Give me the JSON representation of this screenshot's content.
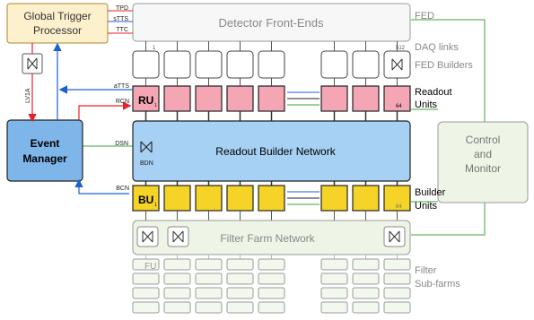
{
  "gtp": {
    "label_line1": "Global Trigger",
    "label_line2": "Processor"
  },
  "fe": {
    "title": "Detector Front-Ends"
  },
  "signals": {
    "tpd": "TPD",
    "stts": "sTTS",
    "ttc": "TTC",
    "atts": "aTTS",
    "rcn": "RCN",
    "dsn": "DSN",
    "bcn": "BCN",
    "lv1a": "LV1A"
  },
  "fed_index": {
    "first": "1",
    "last": "512"
  },
  "right_labels": {
    "fed": "FED",
    "daq_links": "DAQ links",
    "fed_builders": "FED Builders",
    "readout_1": "Readout",
    "readout_2": "Units",
    "builder_1": "Builder",
    "builder_2": "Units",
    "filter_1": "Filter",
    "filter_2": "Sub-farms"
  },
  "ru": {
    "label": "RU",
    "sub": "1",
    "last_index": "64"
  },
  "bu": {
    "label": "BU",
    "sub": "1",
    "last_index": "64"
  },
  "em": {
    "line1": "Event",
    "line2": "Manager"
  },
  "rbn": {
    "title": "Readout Builder Network",
    "bdn": "BDN"
  },
  "ffn": {
    "title": "Filter Farm Network"
  },
  "fu": {
    "label": "FU"
  },
  "control": {
    "line1": "Control",
    "line2": "and",
    "line3": "Monitor"
  },
  "colors": {
    "ru_fill": "#f4a6b4",
    "bu_fill": "#f5d327",
    "em_fill": "#7fb6ea",
    "rbn_fill": "#a6d0f4",
    "gtp_fill": "#fdf0cc",
    "link_red": "#e8202a",
    "link_blue": "#1c5fd0",
    "link_green": "#3aa63a"
  }
}
